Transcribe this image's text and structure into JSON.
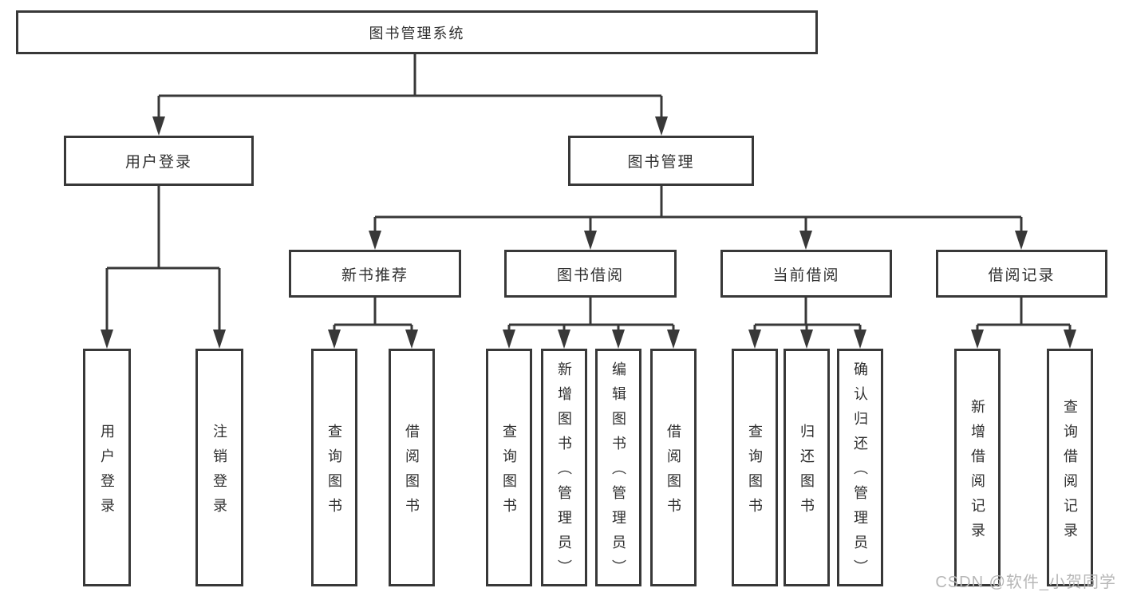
{
  "diagram": {
    "title": "图书管理系统",
    "level2": [
      {
        "label": "用户登录"
      },
      {
        "label": "图书管理"
      }
    ],
    "level3": [
      {
        "label": "新书推荐"
      },
      {
        "label": "图书借阅"
      },
      {
        "label": "当前借阅"
      },
      {
        "label": "借阅记录"
      }
    ],
    "leaves": [
      {
        "label": "用户登录"
      },
      {
        "label": "注销登录"
      },
      {
        "label": "查询图书"
      },
      {
        "label": "借阅图书"
      },
      {
        "label": "查询图书"
      },
      {
        "label": "新增图书（管理员）"
      },
      {
        "label": "编辑图书（管理员）"
      },
      {
        "label": "借阅图书"
      },
      {
        "label": "查询图书"
      },
      {
        "label": "归还图书"
      },
      {
        "label": "确认归还（管理员）"
      },
      {
        "label": "新增借阅记录"
      },
      {
        "label": "查询借阅记录"
      }
    ],
    "watermark": "CSDN @软件_小贺同学",
    "colors": {
      "line": "#383838",
      "text": "#2f2f2f",
      "watermark": "#b7b7b7",
      "background": "#ffffff"
    }
  }
}
